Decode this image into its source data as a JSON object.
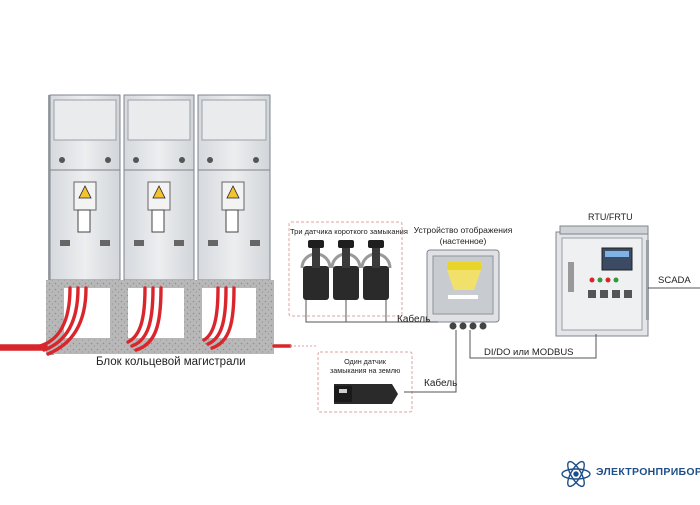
{
  "labels": {
    "ring_unit": "Блок кольцевой магистрали",
    "three_sensors": "Три датчика короткого замыкания",
    "one_sensor_line1": "Один датчик",
    "one_sensor_line2": "замыкания на землю",
    "display_line1": "Устройство отображения",
    "display_line2": "(настенное)",
    "cable_upper": "Кабель",
    "cable_lower": "Кабель",
    "interface": "DI/DO или MODBUS",
    "rtu": "RTU/FRTU",
    "scada": "SCADA",
    "logo": "ЭЛЕКТРОНПРИБОР"
  },
  "colors": {
    "cable": "#d9262c",
    "cabinet": "#e3e5e8",
    "cabinet_edge": "#7f858c",
    "line": "#555555",
    "dashed": "#e0a0a0",
    "logo": "#1d4f8a",
    "display_accent": "#e9d42a"
  },
  "icons": {
    "ring_unit": "switchgear-cabinet",
    "sensors": "short-circuit-sensor",
    "ground_sensor": "earth-fault-sensor",
    "display": "indicator-display-unit",
    "rtu": "rtu-cabinet",
    "logo": "atom-icon"
  }
}
